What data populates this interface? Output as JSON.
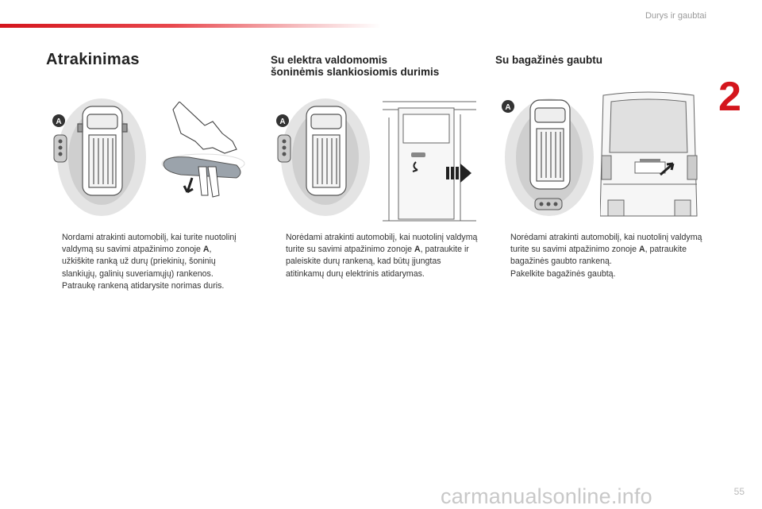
{
  "header": {
    "section_title": "Durys ir gaubtai",
    "chapter_number": "2",
    "accent_color": "#d4151c"
  },
  "columns": [
    {
      "title": "Atrakinimas",
      "zone_label": "A",
      "bullets": [
        {
          "pre": "Nordami atrakinti automobilį, kai turite nuotolinį valdymą su savimi atpažinimo zonoje ",
          "bold": "A",
          "post": ", užkiškite ranką už durų (priekinių, šoninių slankiųjų, galinių suveriamųjų) rankenos."
        },
        {
          "pre": "Patraukę rankeną atidarysite norimas duris.",
          "bold": "",
          "post": ""
        }
      ]
    },
    {
      "title_line1": "Su elektra valdomomis",
      "title_line2": "šoninėmis slankiosiomis durimis",
      "zone_label": "A",
      "bullets": [
        {
          "pre": "Norėdami atrakinti automobilį, kai nuotolinį valdymą turite su savimi atpažinimo zonoje ",
          "bold": "A",
          "post": ", patraukite ir paleiskite durų rankeną, kad būtų įjungtas atitinkamų durų elektrinis atidarymas."
        }
      ]
    },
    {
      "title": "Su bagažinės gaubtu",
      "zone_label": "A",
      "bullets": [
        {
          "pre": "Norėdami atrakinti automobilį, kai nuotolinį valdymą turite su savimi atpažinimo zonoje ",
          "bold": "A",
          "post": ", patraukite bagažinės gaubto rankeną."
        },
        {
          "pre": "Pakelkite bagažinės gaubtą.",
          "bold": "",
          "post": ""
        }
      ]
    }
  ],
  "bullet_marker": "",
  "footer": {
    "page_number": "55",
    "watermark": "carmanualsonline.info"
  }
}
